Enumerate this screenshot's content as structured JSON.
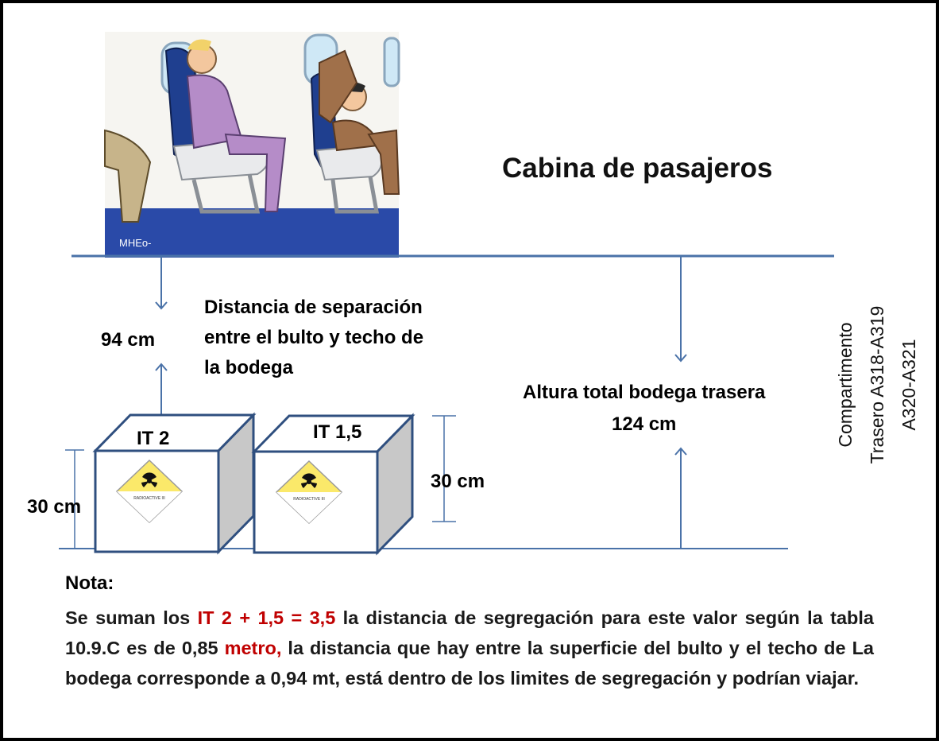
{
  "title": "Cabina de pasajeros",
  "cartoon_signature": "MHEo-",
  "distance_label": [
    "Distancia de  separación",
    "entre el bulto y techo de",
    "la  bodega"
  ],
  "distance_value": "94  cm",
  "total_height": {
    "label": "Altura total bodega trasera",
    "value": "124 cm"
  },
  "compartment": [
    "Compartimento",
    "Trasero  A318-A319",
    "A320-A321"
  ],
  "packages": [
    {
      "label": "IT 2",
      "height": "30 cm",
      "placard": "RADIOACTIVE III"
    },
    {
      "label": "IT 1,5",
      "height": "30 cm",
      "placard": "RADIOACTIVE III"
    }
  ],
  "note": {
    "heading": "Nota:",
    "p1": "Se suman los ",
    "r1": "IT  2 + 1,5 = 3,5",
    "p2": "  la distancia de segregación para este valor según la tabla 10.9.C es de 0,85  ",
    "r2": "metro,",
    "p3": " la distancia que hay  entre  la superficie del bulto y  el techo de La bodega  corresponde a  0,94  mt,  está dentro de los limites de segregación y  podrían viajar."
  },
  "colors": {
    "line": "#4a72a8",
    "box": "#2f4f7f",
    "box_side": "#c8c8c8",
    "accent": "#c00000",
    "seat": "#1f3f8f",
    "floor": "#2a4aa8"
  }
}
